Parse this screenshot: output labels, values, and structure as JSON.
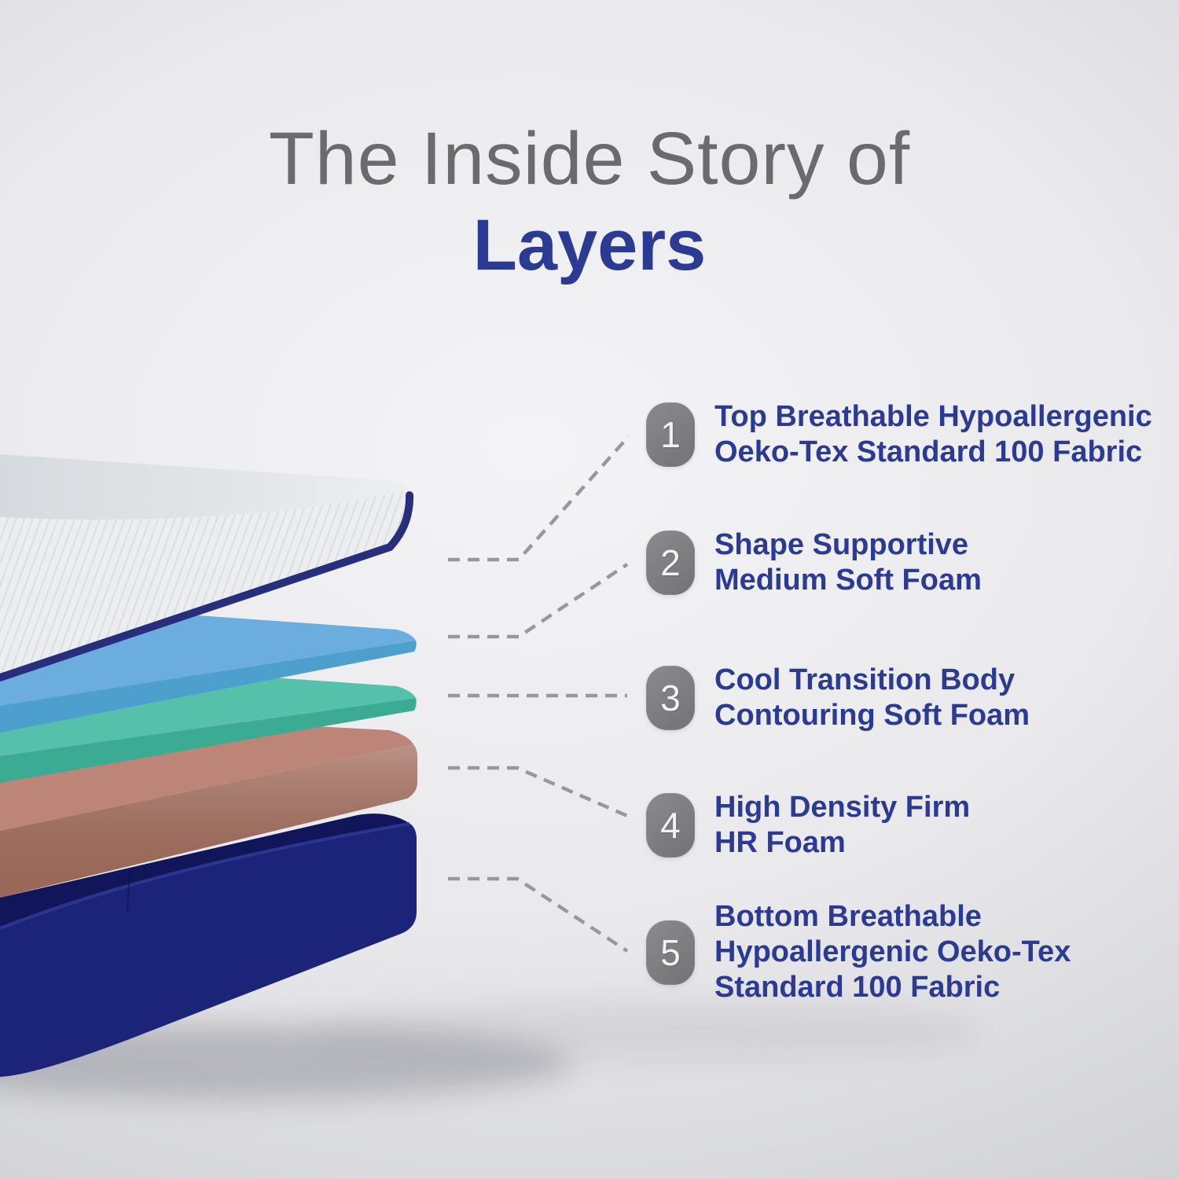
{
  "title": {
    "prefix": "The Inside Story of",
    "highlight": "Layers"
  },
  "callouts": [
    {
      "number": "1",
      "lines": [
        "Top Breathable Hypoallergenic",
        "Oeko-Tex Standard 100 Fabric"
      ]
    },
    {
      "number": "2",
      "lines": [
        "Shape Supportive",
        "Medium Soft Foam"
      ]
    },
    {
      "number": "3",
      "lines": [
        "Cool Transition Body",
        "Contouring Soft Foam"
      ]
    },
    {
      "number": "4",
      "lines": [
        "High Density Firm",
        "HR Foam"
      ]
    },
    {
      "number": "5",
      "lines": [
        "Bottom Breathable",
        "Hypoallergenic Oeko-Tex",
        "Standard 100 Fabric"
      ]
    }
  ],
  "mattress": {
    "layers": [
      {
        "name": "Top fabric cover",
        "top_color": "#d6dade",
        "side_color": "#ecedef",
        "stripe_color": "#dcdfe2",
        "piping_color": "#272f7d"
      },
      {
        "name": "Medium soft foam",
        "top_color": "#6baddf",
        "side_color": "#4d9fce"
      },
      {
        "name": "Soft foam",
        "top_color": "#55c1aa",
        "side_color": "#3cab93"
      },
      {
        "name": "HR foam",
        "top_color": "#bd8578",
        "side_color": "#a56f5e"
      },
      {
        "name": "Base fabric cover",
        "front_color": "#1b2478",
        "inside_color": "#11165a",
        "rim_color": "#2c3894"
      }
    ]
  },
  "theme": {
    "accent": "#2b3a93",
    "title_gray": "#6b6b6e",
    "badge_bg": "#7d7d80",
    "badge_text": "#f2f2f2",
    "leader_color": "#98989c",
    "shadow": "#8d8d99",
    "bg_center": "#f4f4f6",
    "bg_mid": "#e9e9ec",
    "bg_edge": "#c9cacd"
  }
}
